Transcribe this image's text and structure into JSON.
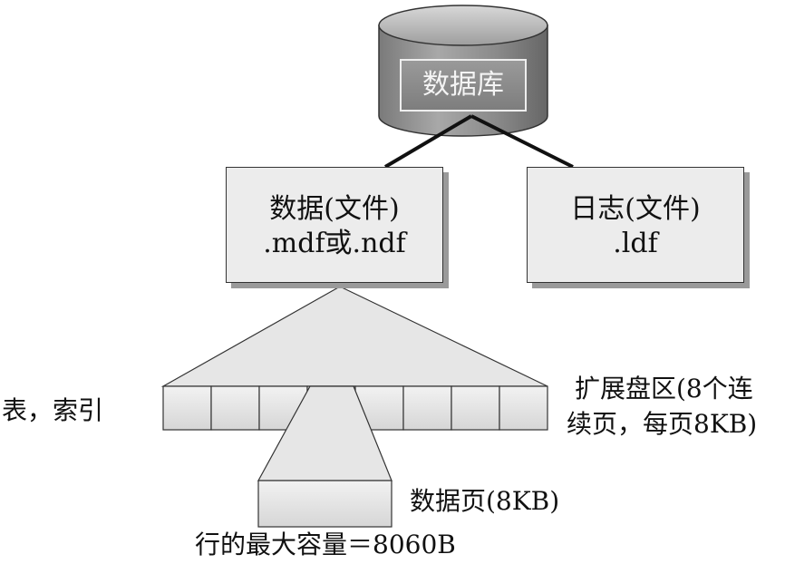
{
  "database": {
    "label": "数据库"
  },
  "data_file": {
    "line1": "数据(文件)",
    "line2": ".mdf或.ndf"
  },
  "log_file": {
    "line1": "日志(文件)",
    "line2": ".ldf"
  },
  "left_label": "表，索引",
  "extent_label": {
    "line1": "扩展盘区(8个连",
    "line2": "续页，每页8KB)"
  },
  "page_label": "数据页(8KB)",
  "row_label": "行的最大容量＝8060B",
  "extent": {
    "page_count": 8
  }
}
